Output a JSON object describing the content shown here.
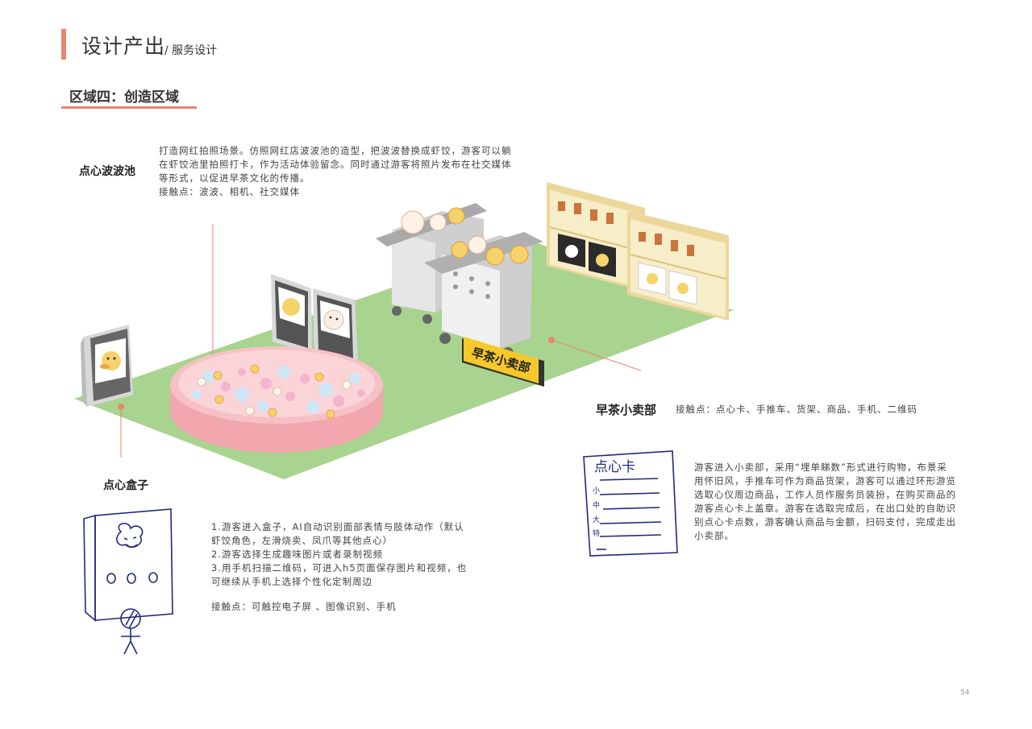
{
  "header": {
    "title": "设计产出",
    "subtitle": "/ 服务设计"
  },
  "region": {
    "title": "区域四：创造区域"
  },
  "pool": {
    "label": "点心波波池",
    "description": "打造网红拍照场景。仿照网红店波波池的造型，把波波替换成虾饺，游客可以躺在虾饺池里拍照打卡，作为活动体验留念。同时通过游客将照片发布在社交媒体等形式，以促进早茶文化的传播。",
    "touchpoints": "接触点：波波、相机、社交媒体"
  },
  "shop": {
    "label": "早茶小卖部",
    "sign": "早茶小卖部",
    "touchpoints": "接触点：点心卡、手推车、货架、商品、手机、二维码",
    "description": "游客进入小卖部，采用“埋单睇数”形式进行购物，布景采用怀旧风，手推车可作为商品货架，游客可以通过环形游览选取心仪周边商品，工作人员作服务员装扮，在购买商品的游客点心卡上盖章。游客在选取完成后，在出口处的自助识别点心卡点数，游客确认商品与金额，扫码支付，完成走出小卖部。",
    "card_title": "点心卡",
    "card_marks": [
      "小",
      "中",
      "大",
      "特"
    ]
  },
  "box": {
    "label": "点心盒子",
    "steps": [
      "1.游客进入盒子，AI自动识别面部表情与肢体动作（默认虾饺角色，左滑烧卖、凤爪等其他点心）",
      "2.游客选择生成趣味图片或者录制视频",
      "3.用手机扫描二维码，可进入h5页面保存图片和视频，也可继续从手机上选择个性化定制周边"
    ],
    "touchpoints": "接触点：可触控电子屏 、图像识别、手机"
  },
  "page": {
    "number": "54"
  },
  "colors": {
    "accent": "#e8866f",
    "grass": "#a8d48f",
    "pool_rim": "#f2a6ad",
    "shelf": "#ecd79a",
    "sign": "#f7c829",
    "ink": "#1f2a7a"
  }
}
